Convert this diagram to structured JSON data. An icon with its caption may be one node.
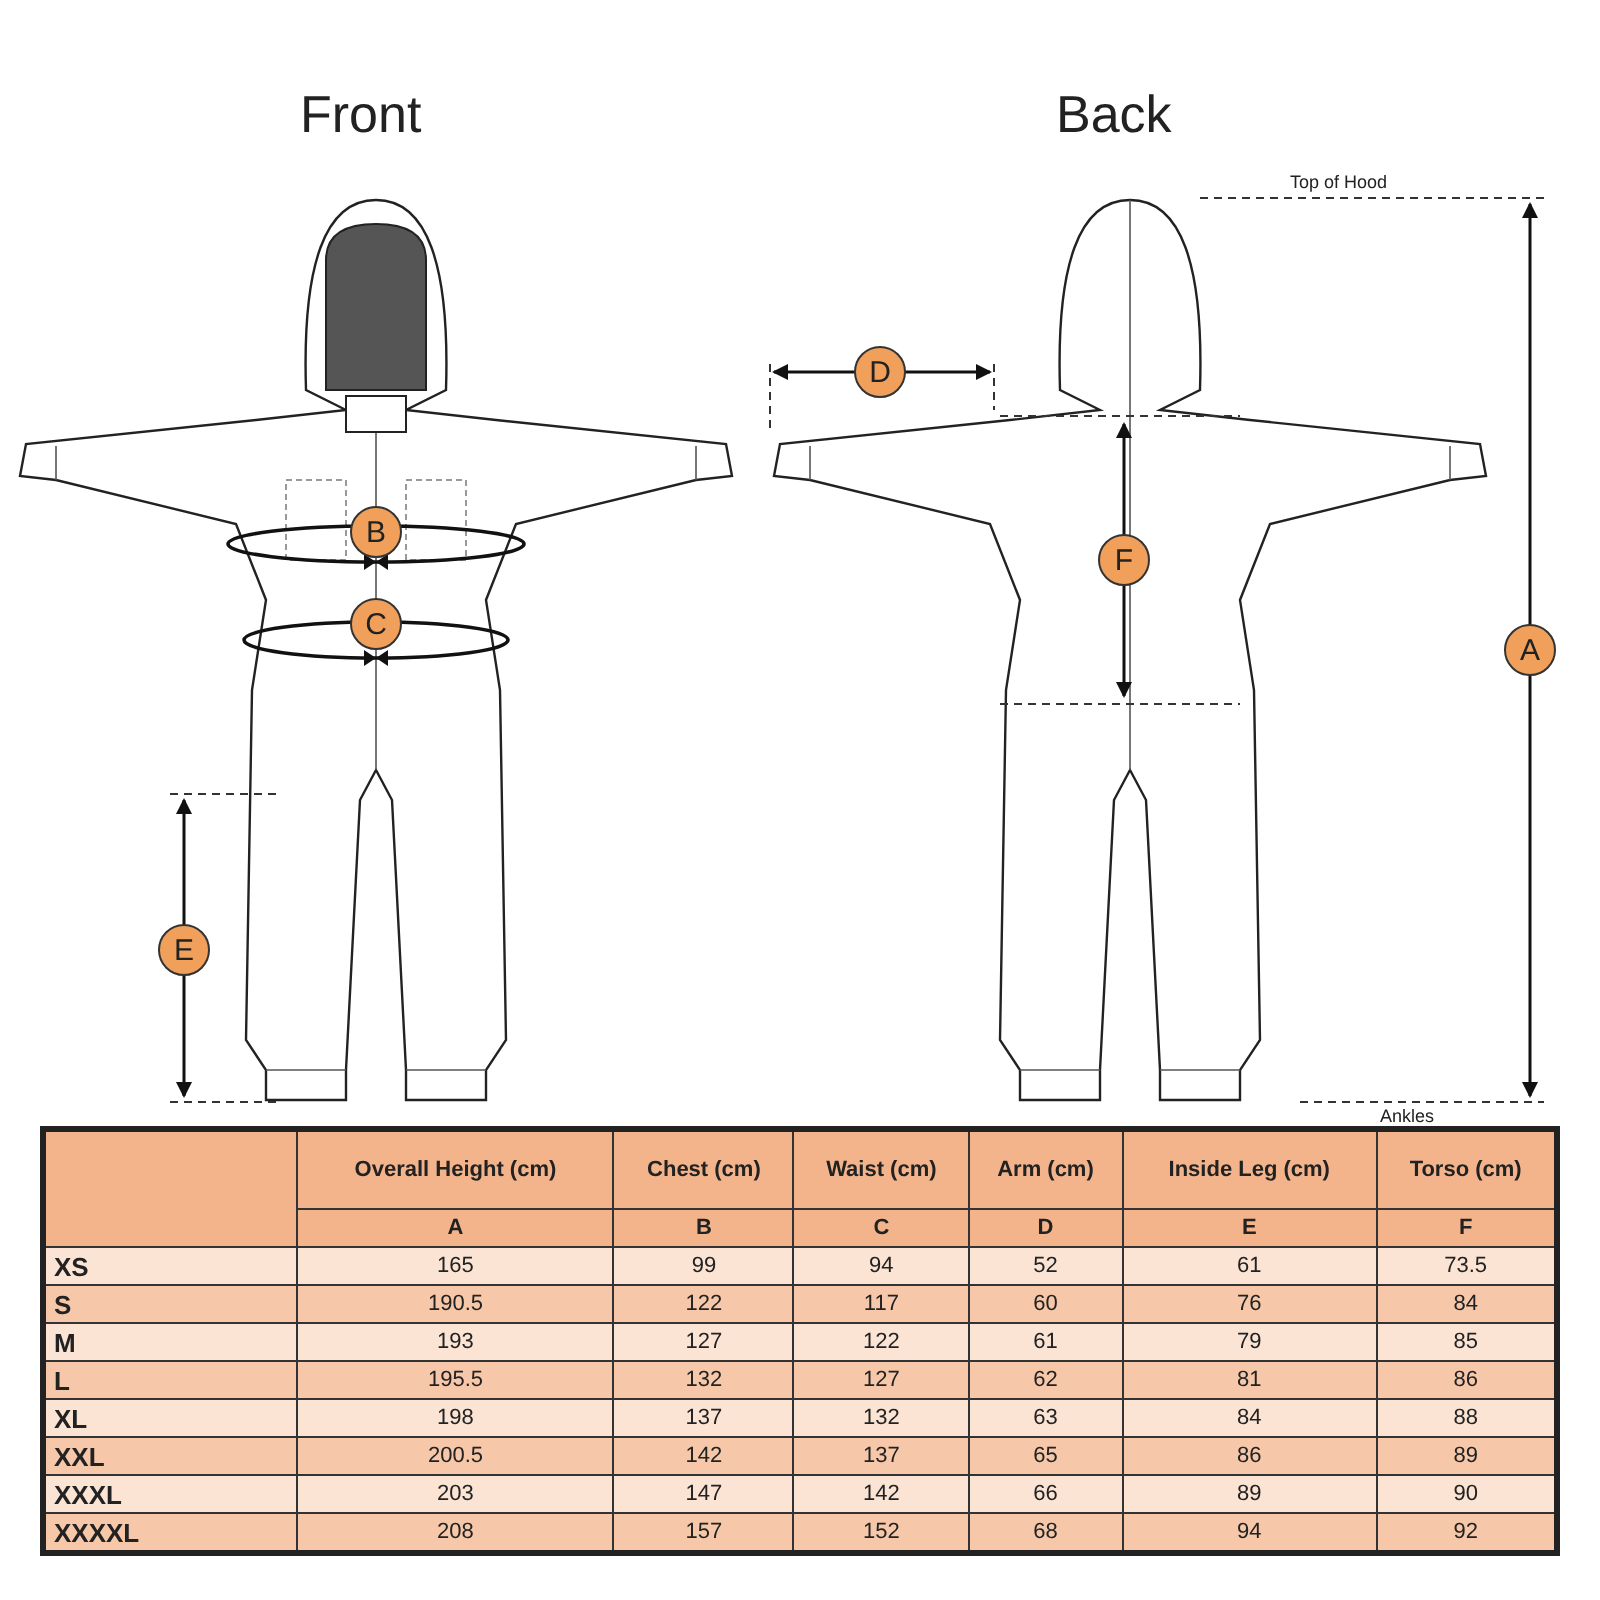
{
  "diagram": {
    "nodes": [
      {
        "text": [
          "D"
        ]
      },
      {
        "text": [
          "B"
        ]
      },
      {
        "text": [
          "F"
        ]
      },
      {
        "text": [
          "C"
        ]
      },
      {
        "text": [
          "A"
        ]
      },
      {
        "text": [
          "E"
        ]
      }
    ],
    "labels": [
      "Front",
      "Back",
      "Top of Hood",
      "Ankles",
      "Overall Height (cm)",
      "Chest (cm)",
      "Waist (cm)",
      "Arm (cm)",
      "Inside Leg (cm)",
      "Torso (cm)",
      "A",
      "B",
      "C",
      "D",
      "E",
      "F",
      "XS",
      "165",
      "99",
      "94",
      "52",
      "61",
      "73.5",
      "S",
      "190.5",
      "122",
      "117",
      "60",
      "76",
      "84",
      "M",
      "193",
      "127",
      "122",
      "61",
      "79",
      "85",
      "L",
      "195.5",
      "132",
      "127",
      "62",
      "81",
      "86",
      "XL",
      "198",
      "137",
      "132",
      "63",
      "84",
      "88",
      "XXL",
      "200.5",
      "142",
      "137",
      "65",
      "86",
      "89",
      "XXXL",
      "203",
      "147",
      "142",
      "66",
      "89",
      "90",
      "XXXXL",
      "208",
      "157",
      "152",
      "68",
      "94",
      "92"
    ]
  }
}
